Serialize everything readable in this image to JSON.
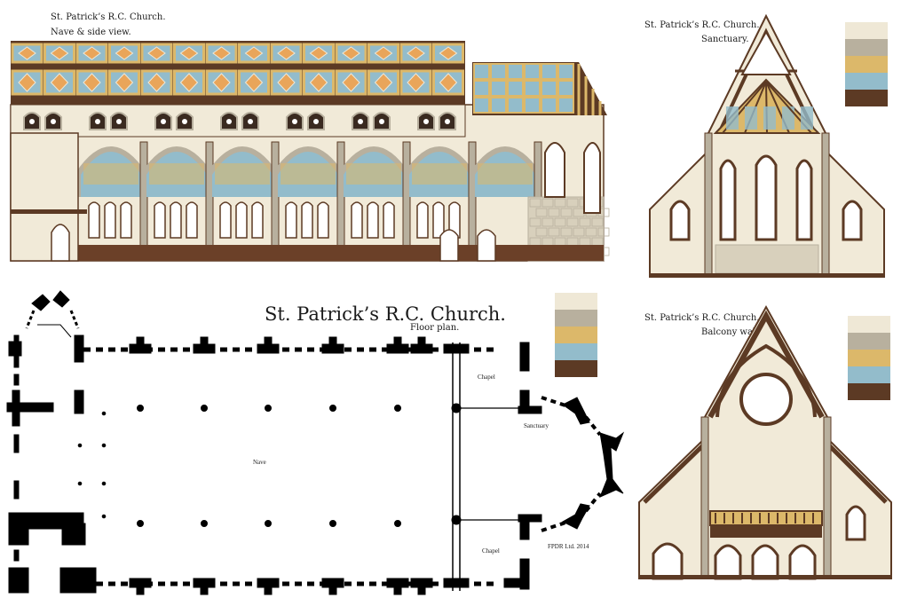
{
  "side_view": {
    "title_line1": "St. Patrick’s R.C. Church.",
    "title_line2": "Nave & side view."
  },
  "sanctuary": {
    "title_line1": "St. Patrick’s R.C. Church.",
    "title_line2": "Sanctuary."
  },
  "floor_plan": {
    "title": "St. Patrick’s R.C. Church.",
    "subtitle": "Floor plan.",
    "label_nave": "Nave",
    "label_chapel_top": "Chapel",
    "label_chapel_bottom": "Chapel",
    "label_sanctuary": "Sanctuary",
    "credit": "FPDR Ltd. 2014"
  },
  "balcony": {
    "title_line1": "St. Patrick’s R.C. Church.",
    "title_line2": "Balcony wall."
  },
  "palette": {
    "cream": "#efe8d6",
    "taupe": "#b8b09e",
    "ochre": "#dcb86a",
    "sky": "#93bccb",
    "brown": "#5c3a24"
  },
  "palette_order": [
    "cream",
    "taupe",
    "ochre",
    "sky",
    "brown"
  ]
}
